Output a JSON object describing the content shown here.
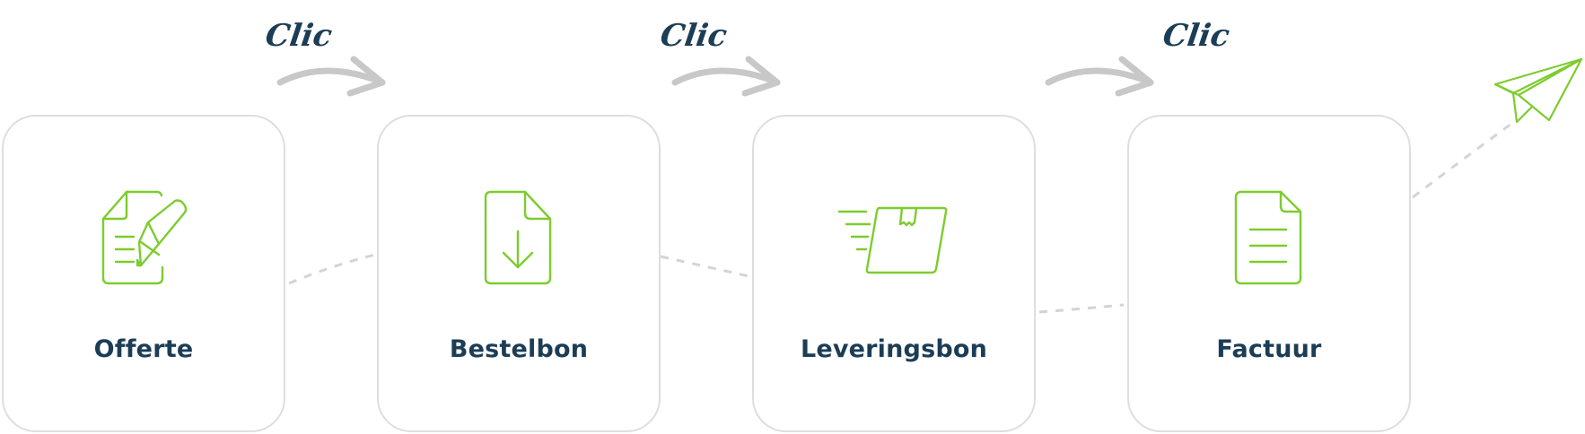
{
  "steps": [
    {
      "label": "Offerte",
      "icon": "quote-edit-icon"
    },
    {
      "label": "Bestelbon",
      "icon": "document-download-icon"
    },
    {
      "label": "Leveringsbon",
      "icon": "delivery-box-icon"
    },
    {
      "label": "Factuur",
      "icon": "invoice-document-icon"
    }
  ],
  "clic_labels": [
    "Clic",
    "Clic",
    "Clic"
  ],
  "end_icon": "paper-plane-icon",
  "colors": {
    "accent": "#7dcc2e",
    "text": "#1c3d56",
    "border": "#dedede",
    "arrow": "#c8c8c8",
    "dashed": "#d4d4d4"
  }
}
